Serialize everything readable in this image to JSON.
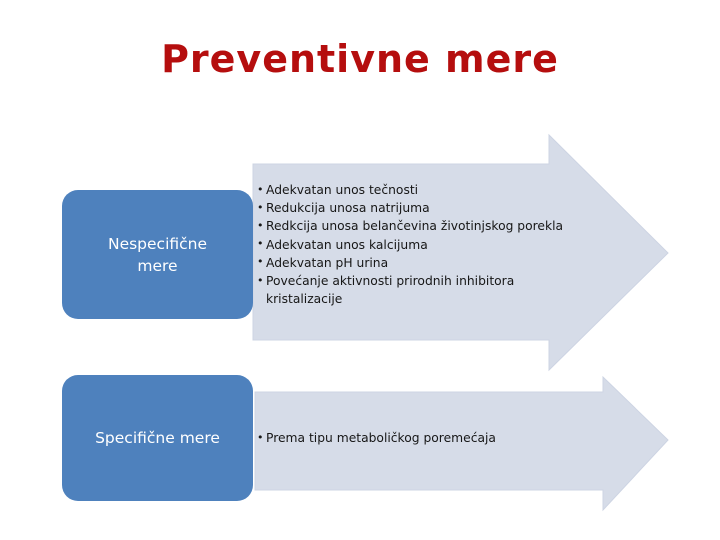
{
  "slide": {
    "title": "Preventivne mere",
    "title_color": "#B50E0E",
    "background_color": "#FFFFFF"
  },
  "theme": {
    "box_fill": "#4E81BD",
    "box_text_color": "#FFFFFF",
    "arrow_fill": "#D6DCE8",
    "arrow_stroke": "#C9D0E0",
    "bullet_text_color": "#171717"
  },
  "rows": [
    {
      "box_label": "Nespecifične\nmere",
      "bullets": [
        "Adekvatan unos tečnosti",
        "Redukcija unosa natrijuma",
        "Redkcija unosa belančevina životinjskog porekla",
        "Adekvatan unos kalcijuma",
        "Adekvatan pH urina",
        "Povećanje aktivnosti prirodnih inhibitora\n kristalizacije"
      ]
    },
    {
      "box_label": "Specifične mere",
      "bullets": [
        "Prema tipu metaboličkog poremećaja"
      ]
    }
  ]
}
